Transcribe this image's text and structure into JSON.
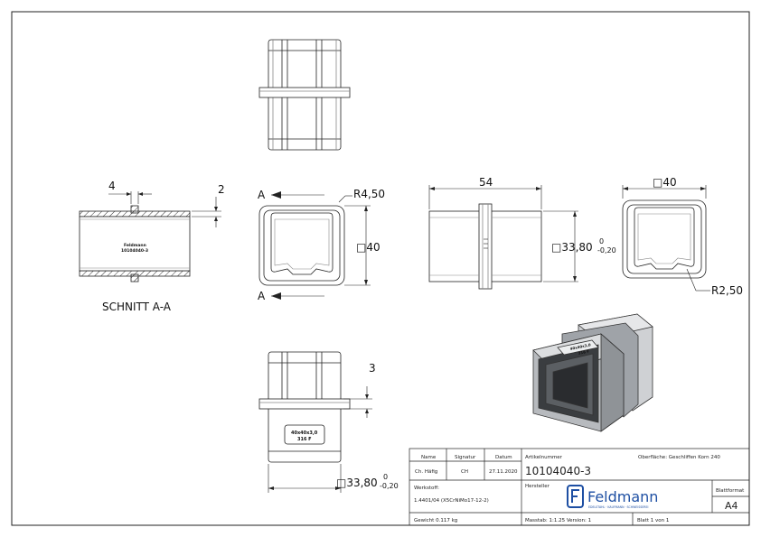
{
  "drawing": {
    "section_label": "SCHNITT A-A",
    "section_marker": "A",
    "engraving_line1": "Feldmann",
    "engraving_line2": "10104040-3",
    "plate_line1": "40x40x3,0",
    "plate_line2": "316 F"
  },
  "dimensions": {
    "side_gap": "4",
    "side_depth": "2",
    "radius_outer": "R4,50",
    "square_40_a": "□40",
    "length_54": "54",
    "square_40_b": "□40",
    "square_3380_a": "□33,80",
    "tol_upper_a": "0",
    "tol_lower_a": "-0,20",
    "radius_inner": "R2,50",
    "stop_height": "3",
    "square_3380_b": "□33,80",
    "tol_upper_b": "0",
    "tol_lower_b": "-0,20"
  },
  "title_block": {
    "hdr_name": "Name",
    "hdr_signatur": "Signatur",
    "hdr_datum": "Datum",
    "name": "Ch. Häfig",
    "signatur": "CH",
    "datum": "27.11.2020",
    "artikel_label": "Artikelnummer",
    "artikel_nummer": "10104040-3",
    "oberflaeche": "Oberfläche: Geschliffen Korn 240",
    "werkstoff_label": "Werkstoff:",
    "werkstoff_value": "1.4401/04 (X5CrNiMo17-12-2)",
    "hersteller_label": "Hersteller",
    "logo_name": "Feldmann",
    "logo_tagline": "EDELSTAHL · KAUFMANN · SCHWEISSEREI",
    "blattformat_label": "Blattformat",
    "blattformat_value": "A4",
    "gewicht": "Gewicht 0.117 kg",
    "massstab": "Masstab: 1:1.25    Version: 1",
    "blatt": "Blatt 1 von 1"
  }
}
